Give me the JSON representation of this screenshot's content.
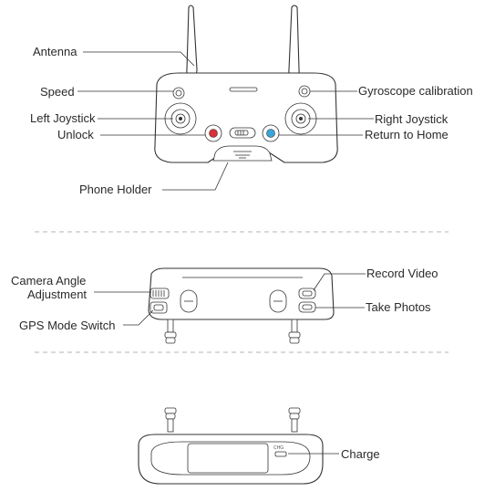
{
  "front_view": {
    "antenna": "Antenna",
    "speed": "Speed",
    "left_joystick": "Left Joystick",
    "unlock": "Unlock",
    "phone_holder": "Phone Holder",
    "gyroscope_calibration": "Gyroscope calibration",
    "right_joystick": "Right Joystick",
    "return_to_home": "Return to Home"
  },
  "top_view": {
    "camera_angle_line1": "Camera Angle",
    "camera_angle_line2": "Adjustment",
    "gps_mode_switch": "GPS Mode Switch",
    "record_video": "Record Video",
    "take_photos": "Take Photos"
  },
  "bottom_view": {
    "charge": "Charge",
    "port_marking": "CHG"
  },
  "colors": {
    "unlock_button": "#d9303a",
    "return_home_button": "#3aa5d8",
    "outline": "#333333",
    "separator": "#b5b5b5"
  }
}
